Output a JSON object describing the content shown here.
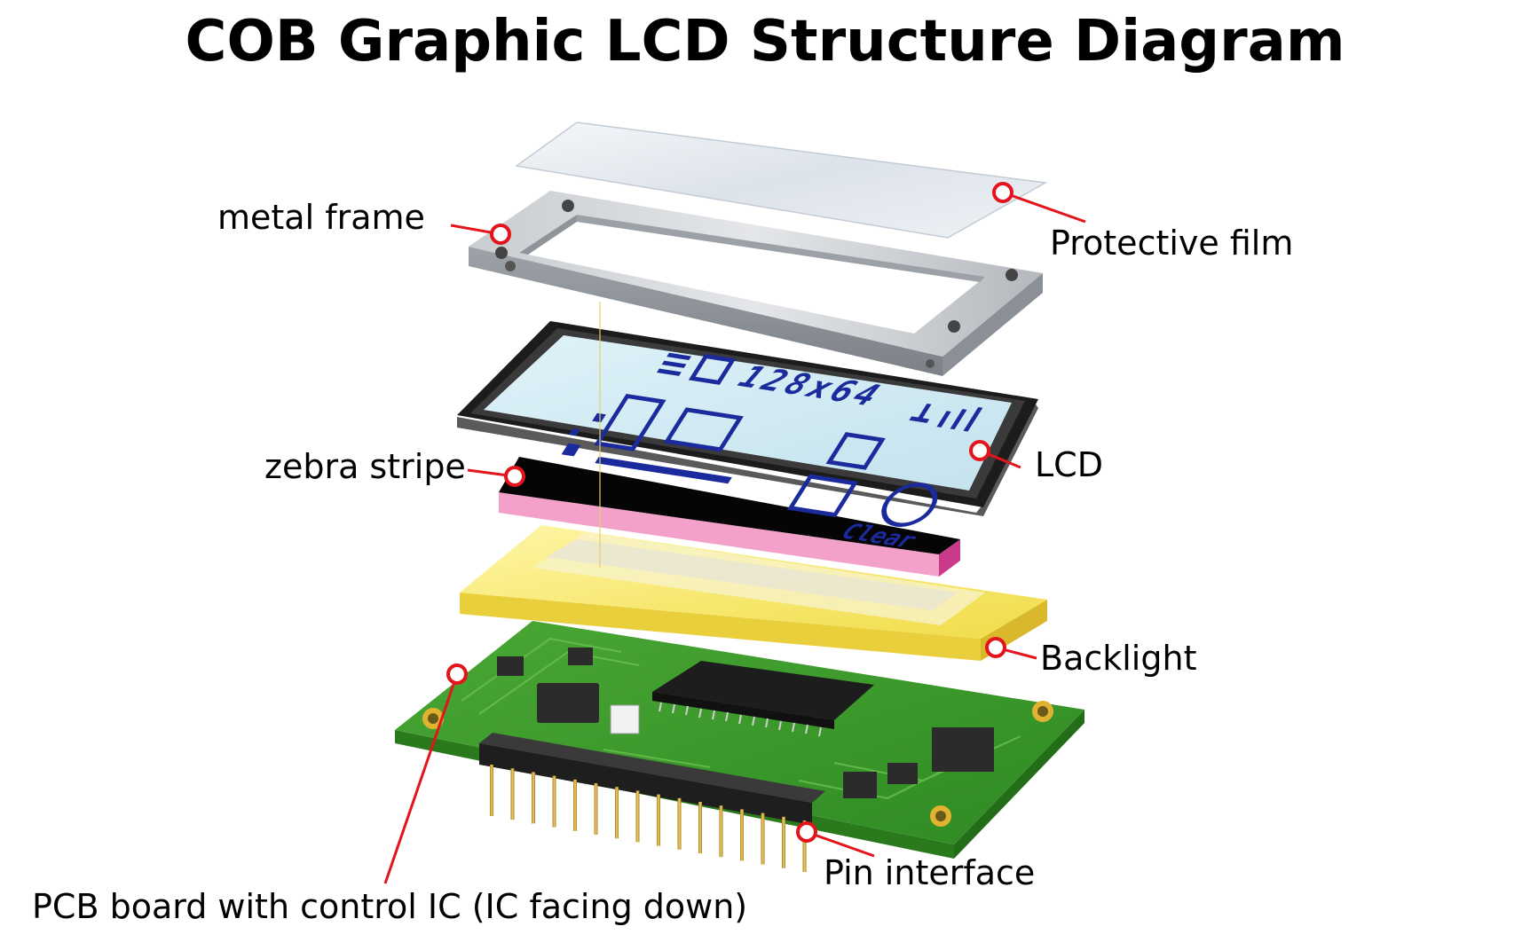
{
  "title": "COB Graphic LCD Structure Diagram",
  "callouts": {
    "protective_film": "Protective film",
    "metal_frame": "metal frame",
    "zebra_stripe": "zebra stripe",
    "lcd": "LCD",
    "backlight": "Backlight",
    "pcb": "PCB board with control IC (IC facing down)",
    "pins": "Pin interface"
  },
  "lcd_screen": {
    "resolution_text": "128x64",
    "button_text": "Clear"
  },
  "colors": {
    "callout_red": "#e3141b",
    "pcb_green": "#3f9a2c",
    "backlight_yellow": "#f4e25b",
    "zebra_pink": "#f39ac7",
    "lcd_screen": "#cfe9f2",
    "lcd_pixel": "#1b2a9c",
    "metal_frame": "#b9bdc3"
  }
}
